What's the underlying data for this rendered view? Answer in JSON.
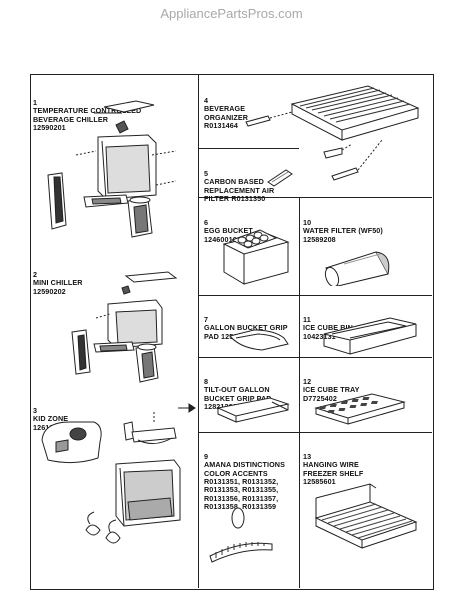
{
  "watermark": "AppliancePartsPros.com",
  "parts": [
    {
      "num": "1",
      "lines": [
        "TEMPERATURE CONTROLLED",
        "BEVERAGE CHILLER",
        "12590201"
      ]
    },
    {
      "num": "2",
      "lines": [
        "MINI CHILLER",
        "12590202"
      ]
    },
    {
      "num": "3",
      "lines": [
        "KID ZONE",
        "12612101Q"
      ]
    },
    {
      "num": "4",
      "lines": [
        "BEVERAGE",
        "ORGANIZER",
        "R0131464"
      ]
    },
    {
      "num": "5",
      "lines": [
        "CARBON BASED",
        "REPLACEMENT AIR",
        "FILTER R0131350"
      ]
    },
    {
      "num": "6",
      "lines": [
        "EGG BUCKET",
        "12460016"
      ]
    },
    {
      "num": "7",
      "lines": [
        "GALLON BUCKET GRIP",
        "PAD 12567301"
      ]
    },
    {
      "num": "8",
      "lines": [
        "TILT-OUT GALLON",
        "BUCKET GRIP PAD",
        "12821201"
      ]
    },
    {
      "num": "9",
      "lines": [
        "AMANA DISTINCTIONS",
        "COLOR ACCENTS",
        "R0131351, R0131352,",
        "R0131353, R0131355,",
        "R0131356, R0131357,",
        "R0131358, R0131359"
      ]
    },
    {
      "num": "10",
      "lines": [
        "WATER FILTER (WF50)",
        "12589208"
      ]
    },
    {
      "num": "11",
      "lines": [
        "ICE CUBE BIN",
        "10423131"
      ]
    },
    {
      "num": "12",
      "lines": [
        "ICE CUBE TRAY",
        "D7725402"
      ]
    },
    {
      "num": "13",
      "lines": [
        "HANGING WIRE",
        "FREEZER SHELF",
        "12585601"
      ]
    }
  ]
}
